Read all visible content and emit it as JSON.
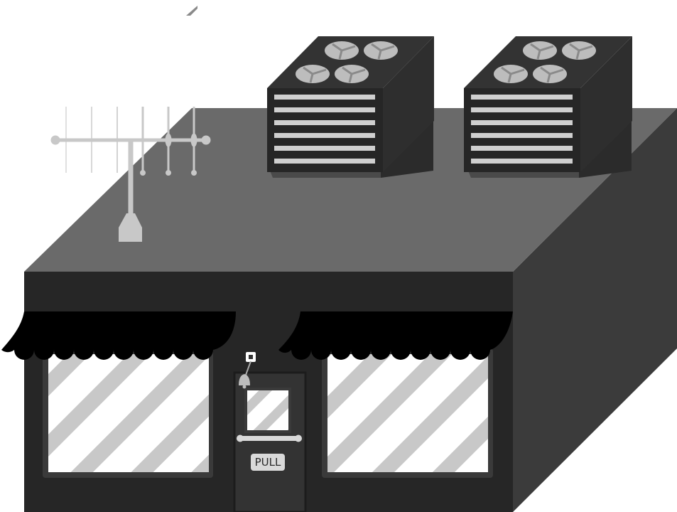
{
  "scene": {
    "subject": "storefront-building",
    "colors": {
      "background": "#ffffff",
      "roof_top": "#6a6a6a",
      "roof_ridge": "#5e5e5e",
      "front_wall": "#262626",
      "side_wall": "#3b3b3b",
      "awning": "#000000",
      "window_frame": "#3a3a3a",
      "window_glass": "#ffffff",
      "window_stripes": "#c8c8c8",
      "ac_unit_top": "#333333",
      "ac_unit_front": "#262626",
      "ac_unit_side": "#2e2e2e",
      "vent_slat": "#cfcfcf",
      "fan": "#bdbdbd",
      "antenna": "#c8c8c8",
      "door": "#333333",
      "pull_sign": "#d9d9d9"
    },
    "rooftop": {
      "ac_units": [
        {
          "id": "ac-unit-left",
          "fan_count": 4,
          "vent_slats": 6
        },
        {
          "id": "ac-unit-right",
          "fan_count": 4,
          "vent_slats": 6
        }
      ],
      "antenna": {
        "id": "tv-antenna",
        "elements": 6
      }
    },
    "storefront": {
      "windows": [
        {
          "id": "shop-window-left"
        },
        {
          "id": "shop-window-right"
        }
      ],
      "door": {
        "sign_text": "PULL",
        "has_bell": true,
        "has_handle": true
      }
    }
  }
}
